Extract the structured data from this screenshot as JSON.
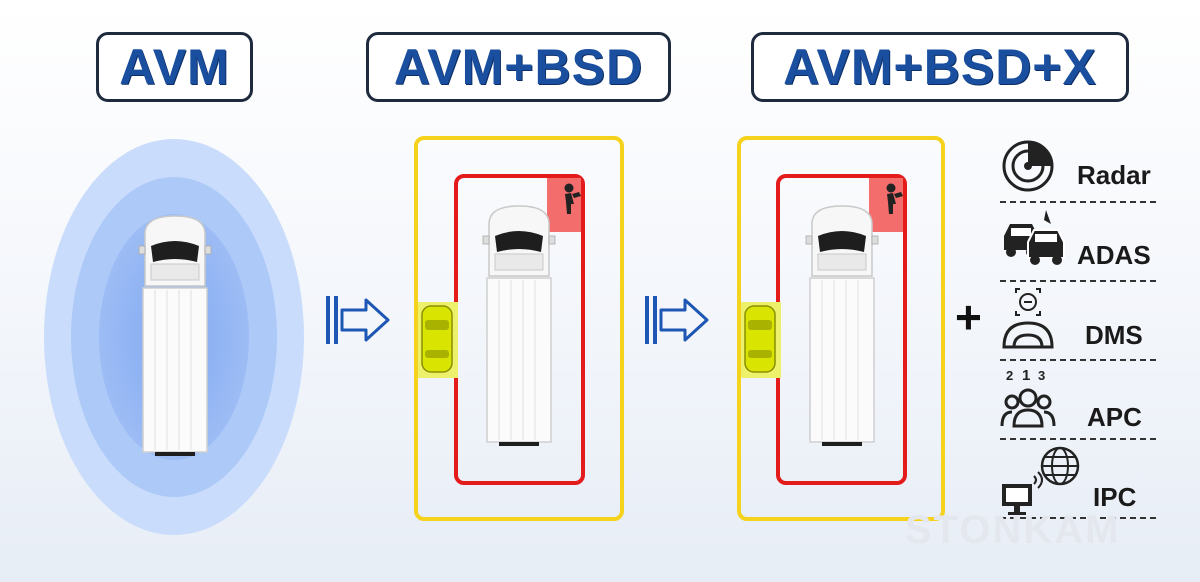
{
  "titles": {
    "stage1": "AVM",
    "stage2": "AVM+BSD",
    "stage3": "AVM+BSD+X"
  },
  "plus": "+",
  "features": [
    {
      "label": "Radar",
      "icon": "radar-icon"
    },
    {
      "label": "ADAS",
      "icon": "collision-cars-icon"
    },
    {
      "label": "DMS",
      "icon": "driver-monitor-icon"
    },
    {
      "label": "APC",
      "icon": "people-count-icon",
      "icon_numbers": [
        "2",
        "1",
        "3"
      ]
    },
    {
      "label": "IPC",
      "icon": "monitor-globe-icon"
    }
  ],
  "watermark": "STONKAM",
  "colors": {
    "title_text": "#1a4f9f",
    "bsd_outer": "#f5d21b",
    "bsd_inner": "#e31b1b",
    "pedestrian_zone": "#f46d6d",
    "avm_aura": "#8fb3f5",
    "arrow": "#1e56b4"
  }
}
